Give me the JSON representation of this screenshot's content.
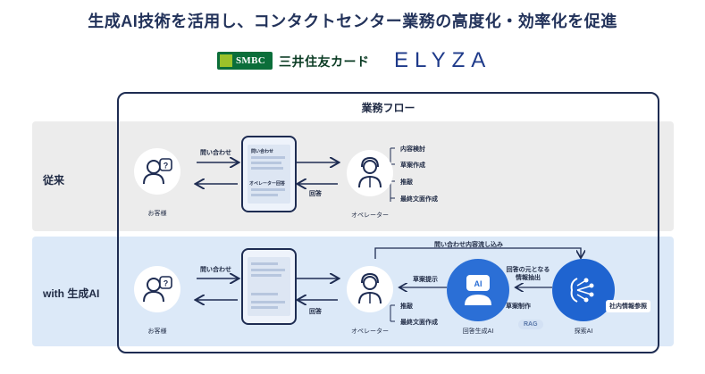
{
  "headline": "生成AI技術を活用し、コンタクトセンター業務の高度化・効率化を促進",
  "logos": {
    "smbc": "SMBC",
    "company": "三井住友カード",
    "elyza": "ELYZA"
  },
  "flow_title": "業務フロー",
  "conventional": {
    "row_label": "従来",
    "customer_label": "お客様",
    "inquiry_label": "問い合わせ",
    "answer_label": "回答",
    "screen_title": "問い合わせ",
    "screen_footer": "オペレーター回答",
    "operator_label": "オペレーター",
    "tasks": [
      "内容検討",
      "草案作成",
      "推敲",
      "最終文面作成"
    ]
  },
  "with_ai": {
    "row_label": "with 生成AI",
    "customer_label": "お客様",
    "inquiry_label": "問い合わせ",
    "answer_label": "回答",
    "operator_label": "オペレーター",
    "tasks": [
      "推敲",
      "最終文面作成"
    ],
    "flow_top_label": "問い合わせ内容流し込み",
    "draft_present_label": "草案提示",
    "source_extract_label": "回答の元となる情報抽出",
    "draft_make_label": "草案制作",
    "answer_ai_label": "回答生成AI",
    "search_ai_label": "探索AI",
    "internal_ref_label": "社内情報参照",
    "rag_label": "RAG",
    "ai_chip_label": "AI"
  }
}
